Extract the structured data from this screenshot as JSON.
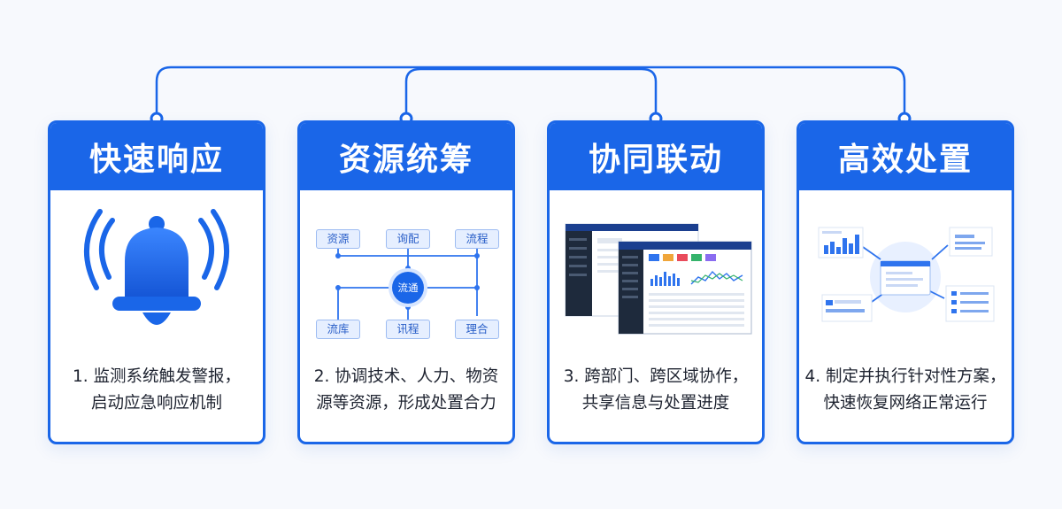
{
  "cards": [
    {
      "title": "快速响应",
      "desc_line1": "1. 监测系统触发警报，",
      "desc_line2": "启动应急响应机制",
      "visual_icon": "alarm-bell-icon"
    },
    {
      "title": "资源统筹",
      "desc_line1": "2. 协调技术、人力、物资",
      "desc_line2": "源等资源，形成处置合力",
      "flow": {
        "center": "流通",
        "nodes": [
          "资源",
          "询配",
          "流程",
          "流库",
          "讯程",
          "理合"
        ]
      }
    },
    {
      "title": "协同联动",
      "desc_line1": "3. 跨部门、跨区域协作，",
      "desc_line2": "共享信息与处置进度",
      "visual_icon": "dashboard-screens-icon"
    },
    {
      "title": "高效处置",
      "desc_line1": "4. 制定并执行针对性方案，",
      "desc_line2": "快速恢复网络正常运行",
      "visual_icon": "hub-network-icon"
    }
  ],
  "colors": {
    "accent": "#1a66e8",
    "text": "#1e2330",
    "background": "#f7f9fd"
  }
}
